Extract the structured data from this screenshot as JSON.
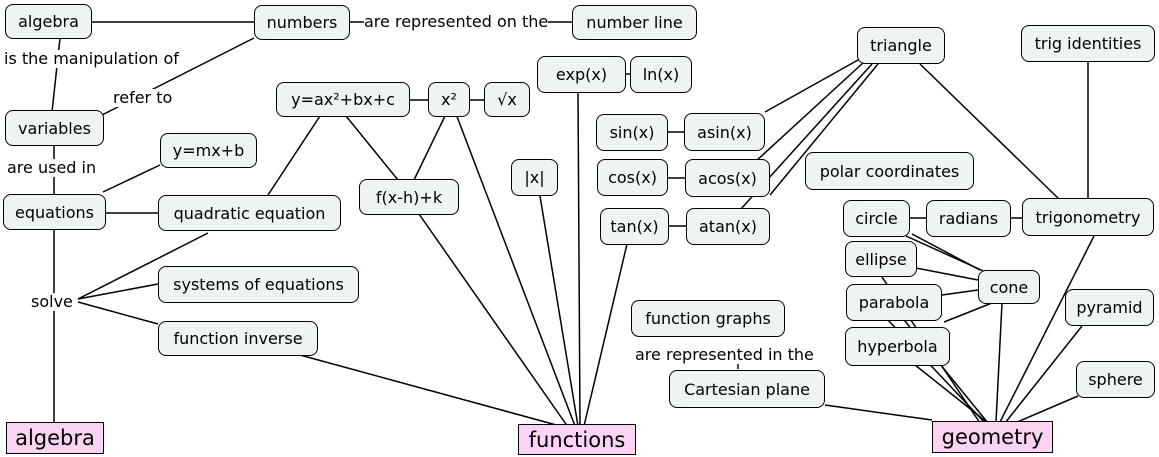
{
  "nodes": {
    "algebra_top": "algebra",
    "numbers": "numbers",
    "number_line": "number line",
    "variables": "variables",
    "equations": "equations",
    "y_mx_b": "y=mx+b",
    "quadratic_equation": "quadratic equation",
    "systems_of_equations": "systems of equations",
    "function_inverse": "function inverse",
    "y_quadratic": "y=ax²+bx+c",
    "x_squared": "x²",
    "sqrt_x": "√x",
    "f_shift": "f(x-h)+k",
    "abs_x": "|x|",
    "exp_x": "exp(x)",
    "ln_x": "ln(x)",
    "sin_x": "sin(x)",
    "asin_x": "asin(x)",
    "cos_x": "cos(x)",
    "acos_x": "acos(x)",
    "tan_x": "tan(x)",
    "atan_x": "atan(x)",
    "function_graphs": "function graphs",
    "cartesian_plane": "Cartesian plane",
    "triangle": "triangle",
    "trig_identities": "trig identities",
    "polar_coordinates": "polar coordinates",
    "circle": "circle",
    "radians": "radians",
    "trigonometry": "trigonometry",
    "ellipse": "ellipse",
    "cone": "cone",
    "parabola": "parabola",
    "hyperbola": "hyperbola",
    "pyramid": "pyramid",
    "sphere": "sphere"
  },
  "roots": {
    "algebra": "algebra",
    "functions": "functions",
    "geometry": "geometry"
  },
  "links": {
    "is_manipulation_of": "is the manipulation of",
    "are_represented_on_the": "are represented on the",
    "refer_to": "refer to",
    "are_used_in": "are used in",
    "solve": "solve",
    "are_represented_in_the": "are represented in the"
  }
}
